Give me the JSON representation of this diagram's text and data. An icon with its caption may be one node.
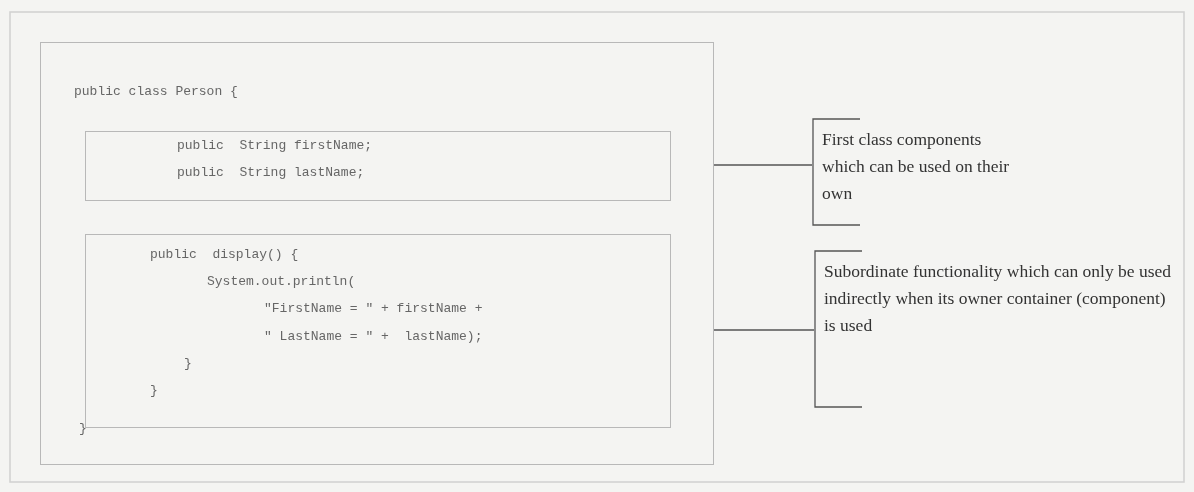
{
  "diagram": {
    "nodes": [
      {
        "text": [
          "public class Person {",
          "}"
        ]
      },
      {
        "text": [
          "public  String firstName;",
          "public  String lastName;"
        ],
        "in": 0
      },
      {
        "text": [
          "public  display() {",
          "System.out.println(",
          "\"FirstName = \" + firstName +",
          "\" LastName = \" +  lastName);",
          "}",
          "}"
        ],
        "in": 0
      },
      {
        "text": [
          "First class components which can be used on their own"
        ]
      },
      {
        "text": [
          "Subordinate functionality which can only be used indirectly when its owner container (component) is used"
        ]
      }
    ],
    "edges": [
      {
        "from": 1,
        "to": 3,
        "arrow": "none"
      },
      {
        "from": 2,
        "to": 4,
        "arrow": "none"
      }
    ]
  }
}
